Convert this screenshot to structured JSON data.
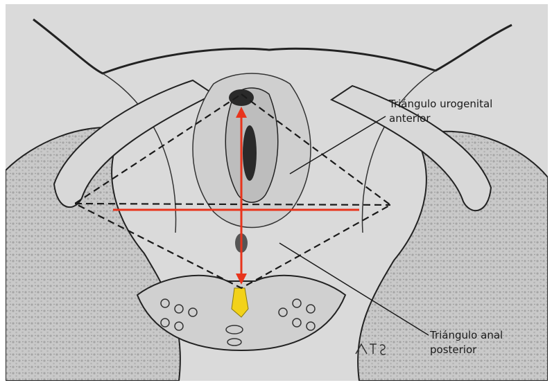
{
  "labels": {
    "urogenital": {
      "line1": "Triángulo urogenital",
      "line2": "anterior"
    },
    "anal": {
      "line1": "Triángulo anal",
      "line2": "posterior"
    },
    "signature": "A. T. S."
  },
  "colors": {
    "background": "#dadada",
    "ink": "#1a1a1a",
    "stipple": "#a8a8a8",
    "red_axis": "#e8341c",
    "yellow_coccyx": "#f2d21a"
  }
}
